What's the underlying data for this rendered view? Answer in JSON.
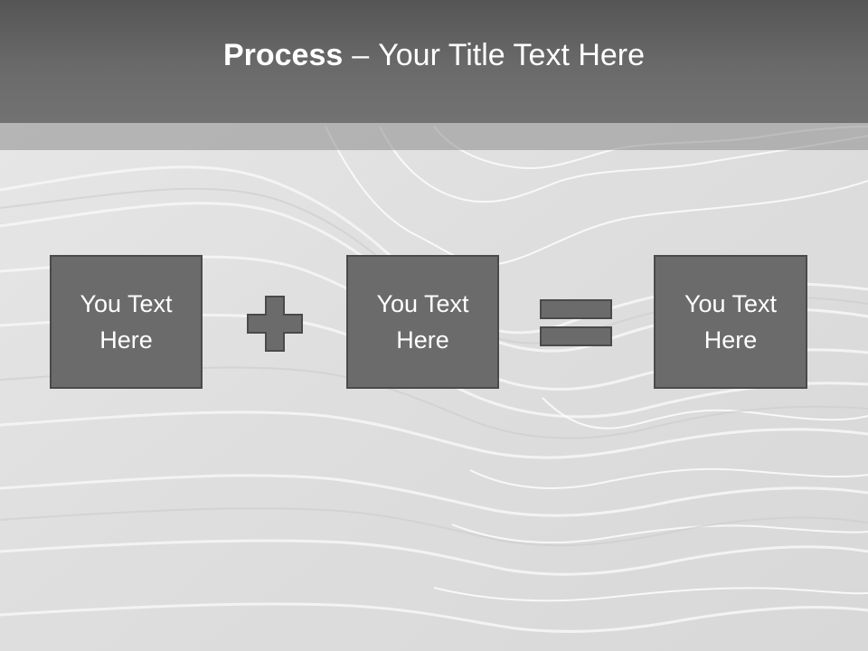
{
  "slide": {
    "title_bold": "Process",
    "title_dash": "–",
    "title_rest": "Your Title Text Here"
  },
  "boxes": [
    {
      "line1": "You Text",
      "line2": "Here"
    },
    {
      "line1": "You Text",
      "line2": "Here"
    },
    {
      "line1": "You Text",
      "line2": "Here"
    }
  ],
  "operators": [
    "plus-icon",
    "equals-icon"
  ],
  "colors": {
    "title_bar": "#666666",
    "box_fill": "#6b6b6b",
    "box_border": "#4a4a4a",
    "background": "#e4e4e4"
  }
}
